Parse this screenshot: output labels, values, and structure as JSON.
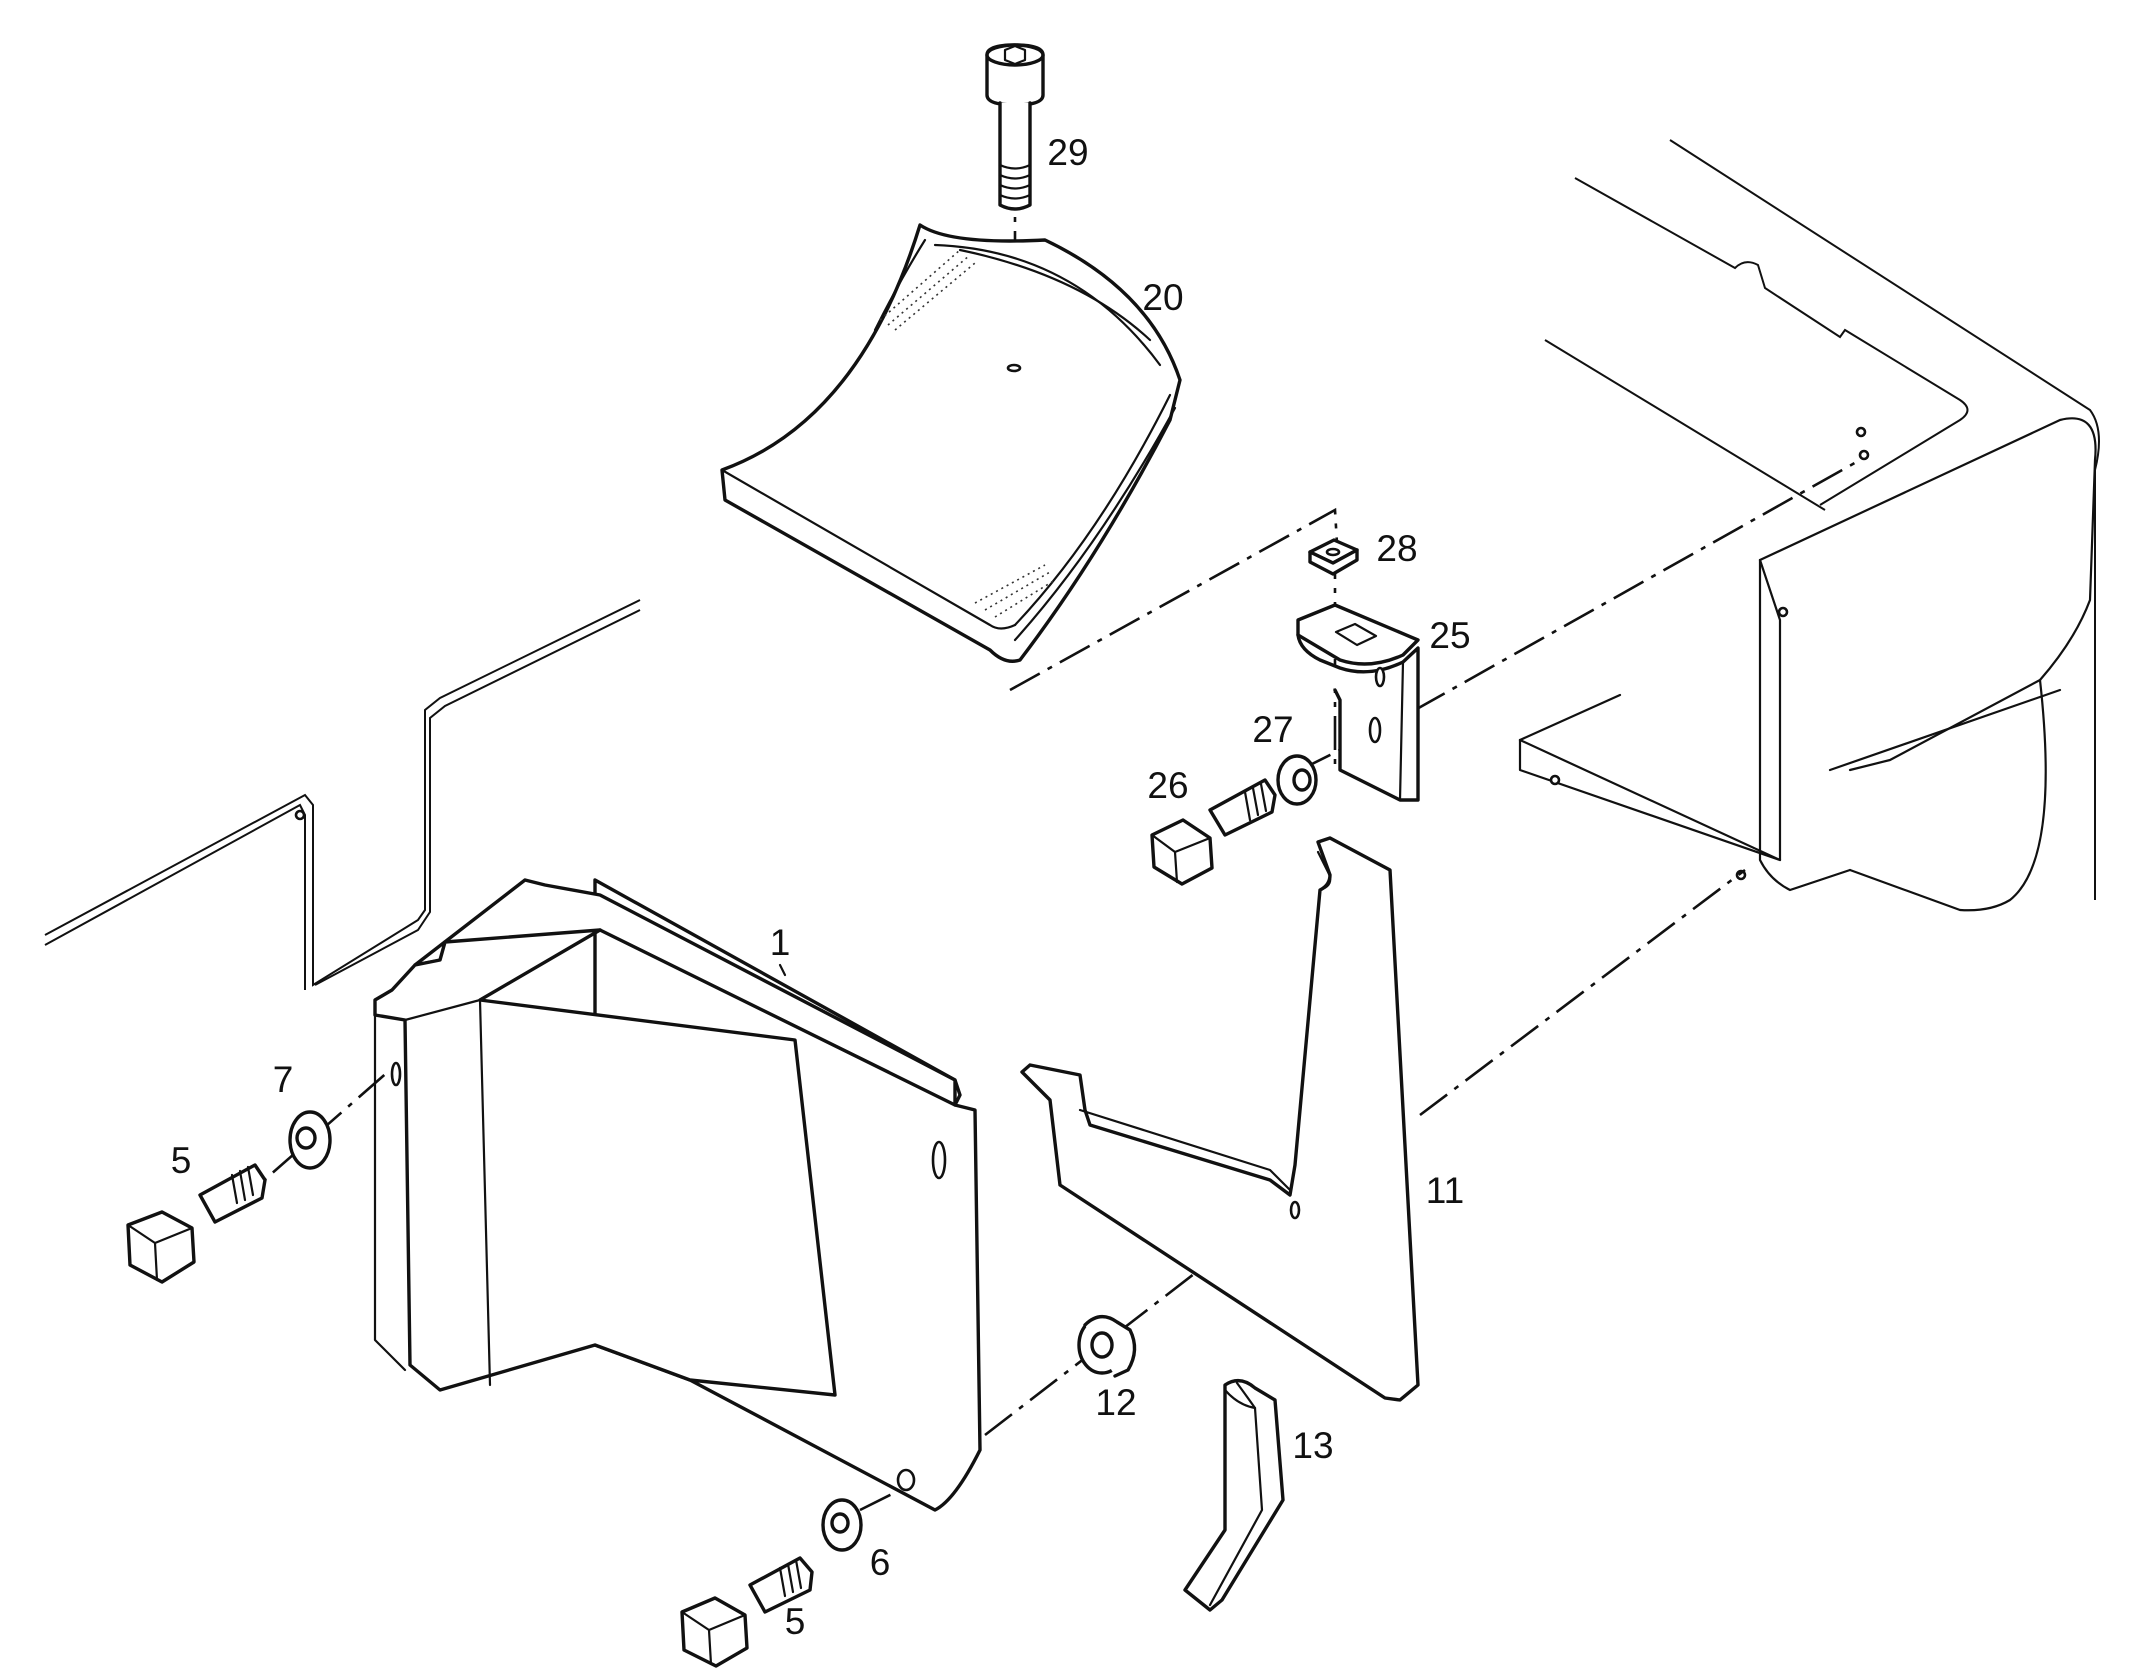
{
  "callouts": {
    "p1": "1",
    "p5a": "5",
    "p5b": "5",
    "p6": "6",
    "p7": "7",
    "p11": "11",
    "p12": "12",
    "p13": "13",
    "p20": "20",
    "p25": "25",
    "p26": "26",
    "p27": "27",
    "p28": "28",
    "p29": "29"
  }
}
